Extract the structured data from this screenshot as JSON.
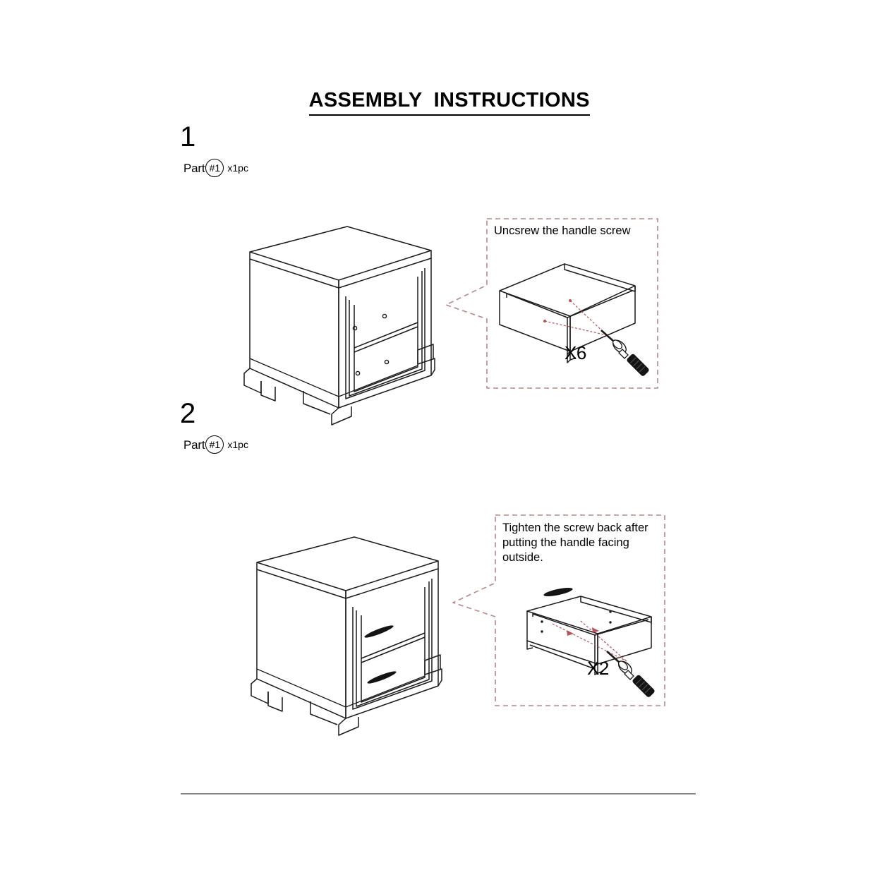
{
  "document": {
    "title": "ASSEMBLY  INSTRUCTIONS",
    "footer_rule": "divider"
  },
  "colors": {
    "line": "#1a1a1a",
    "callout_border": "#b4888c",
    "leader_line": "#b4545c",
    "handle": "#1a1a1a",
    "rule": "#7a7a7a"
  },
  "steps": [
    {
      "number": "1",
      "part_prefix": "Part",
      "part_badge": "#1",
      "part_qty": "x1pc",
      "product_name": "two-drawer nightstand without handles",
      "callout": {
        "text_lines": [
          "Uncsrew the handle screw"
        ],
        "count": "X6",
        "tool": "screwdriver",
        "subject": "drawer box without handle"
      }
    },
    {
      "number": "2",
      "part_prefix": "Part",
      "part_badge": "#1",
      "part_qty": "x1pc",
      "product_name": "two-drawer nightstand with handles installed",
      "callout": {
        "text_lines": [
          "Tighten the screw back after",
          "putting the handle facing",
          "outside."
        ],
        "count": "X2",
        "tool": "screwdriver",
        "subject": "drawer box with handle"
      }
    }
  ]
}
